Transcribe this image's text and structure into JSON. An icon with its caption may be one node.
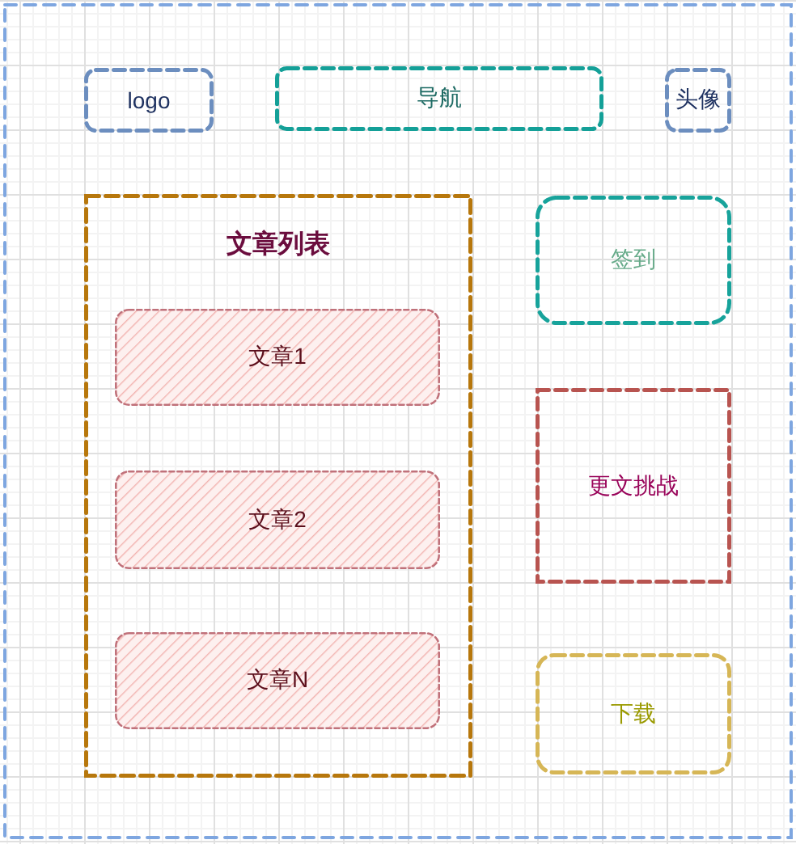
{
  "diagram": {
    "nodes": [
      {
        "text": [],
        "shape": "box"
      },
      {
        "text": [
          "logo"
        ],
        "in": 0
      },
      {
        "text": [
          "导航"
        ],
        "in": 0
      },
      {
        "text": [
          "头像"
        ],
        "in": 0
      },
      {
        "text": [
          "文章列表"
        ],
        "in": 0
      },
      {
        "text": [
          "文章1"
        ],
        "in": 4
      },
      {
        "text": [
          "文章2"
        ],
        "in": 4
      },
      {
        "text": [
          "文章N"
        ],
        "in": 4
      },
      {
        "text": [
          "签到"
        ],
        "in": 0
      },
      {
        "text": [
          "更文挑战"
        ],
        "in": 0
      },
      {
        "text": [
          "下载"
        ],
        "in": 0
      }
    ]
  }
}
